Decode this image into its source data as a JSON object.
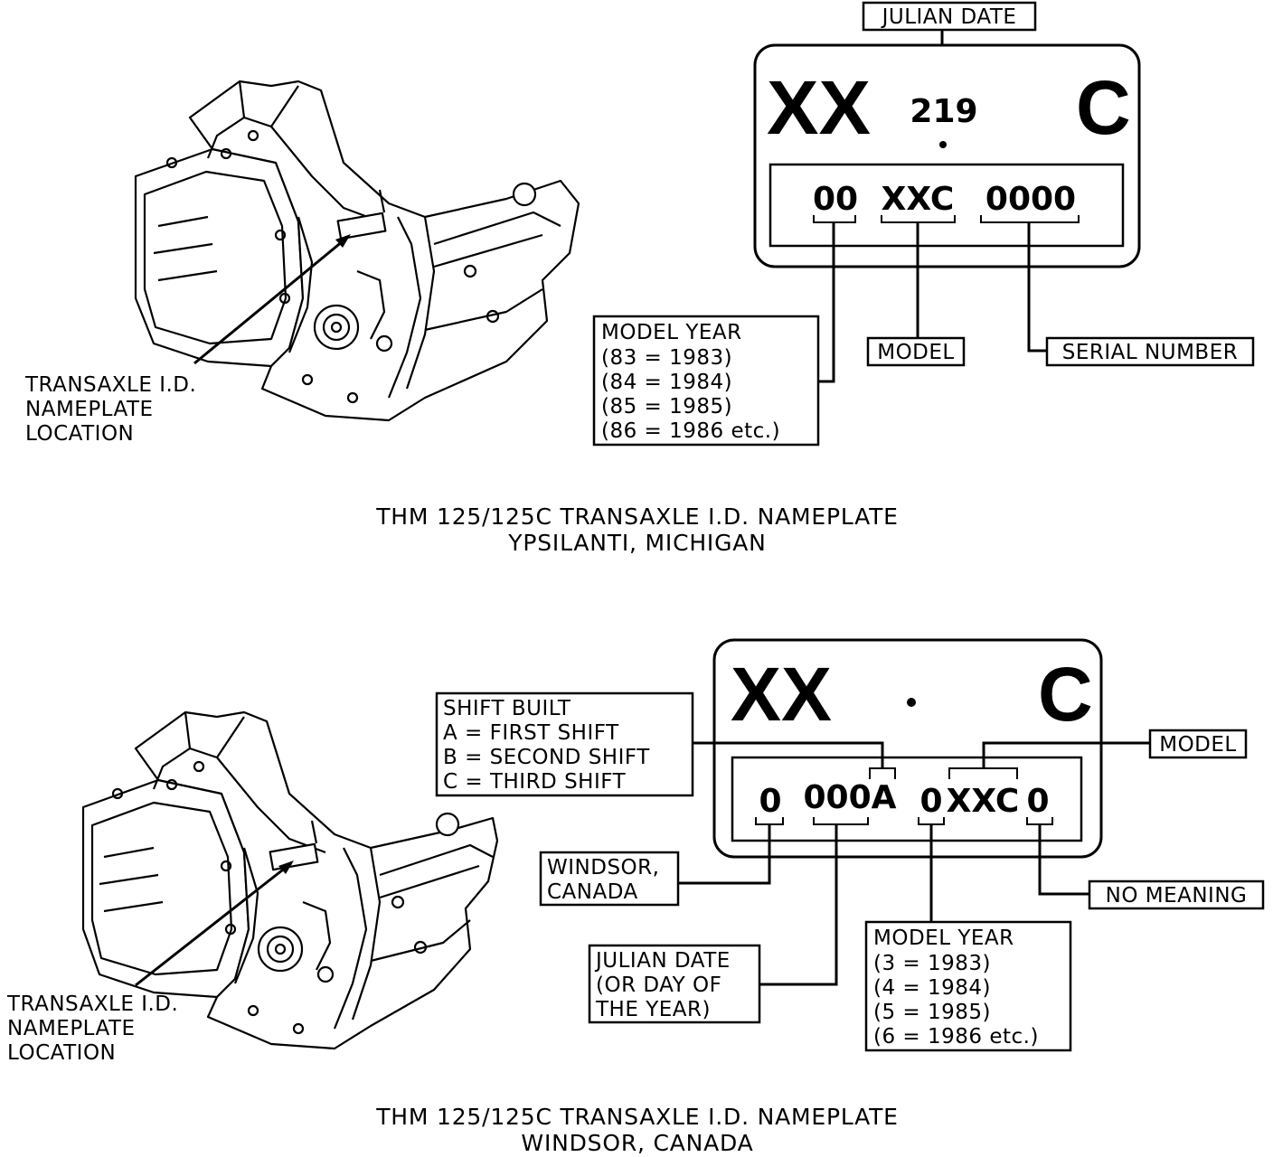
{
  "michigan": {
    "julian_date_label": "JULIAN DATE",
    "plate": {
      "left": "XX",
      "right": "C",
      "julian": "219",
      "code_year": "00",
      "code_model": "XXC",
      "code_serial": "0000"
    },
    "model_label": "MODEL",
    "serial_label": "SERIAL NUMBER",
    "model_year": {
      "title": "MODEL YEAR",
      "lines": [
        "(83 = 1983)",
        "(84 = 1984)",
        "(85 = 1985)",
        "(86 = 1986 etc.)"
      ]
    },
    "location_label": [
      "TRANSAXLE I.D.",
      "NAMEPLATE",
      "LOCATION"
    ],
    "caption": [
      "THM 125/125C TRANSAXLE I.D. NAMEPLATE",
      "YPSILANTI, MICHIGAN"
    ]
  },
  "windsor": {
    "plate": {
      "left": "XX",
      "right": "C",
      "code_plant": "0",
      "code_julian": "000A",
      "code_year": "0",
      "code_model": "XXC",
      "code_last": "0"
    },
    "shift_built": {
      "title": "SHIFT BUILT",
      "lines": [
        "A = FIRST SHIFT",
        "B = SECOND SHIFT",
        "C = THIRD SHIFT"
      ]
    },
    "model_label": "MODEL",
    "plant_label": [
      "WINDSOR,",
      "CANADA"
    ],
    "no_meaning_label": "NO MEANING",
    "julian_label": [
      "JULIAN DATE",
      "(OR DAY OF",
      "THE YEAR)"
    ],
    "model_year": {
      "title": "MODEL YEAR",
      "lines": [
        "(3 = 1983)",
        "(4 = 1984)",
        "(5 = 1985)",
        "(6 = 1986 etc.)"
      ]
    },
    "location_label": [
      "TRANSAXLE I.D.",
      "NAMEPLATE",
      "LOCATION"
    ],
    "caption": [
      "THM 125/125C TRANSAXLE I.D. NAMEPLATE",
      "WINDSOR, CANADA"
    ]
  }
}
